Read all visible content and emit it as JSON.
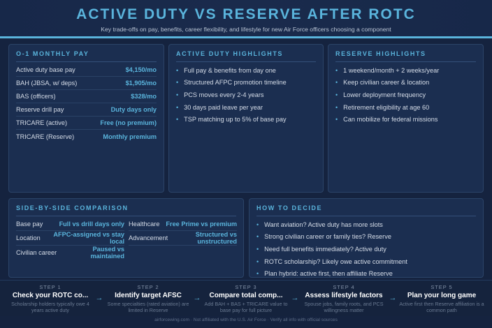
{
  "header": {
    "title": "ACTIVE DUTY VS RESERVE AFTER ROTC",
    "subtitle": "Key trade-offs on pay, benefits, career flexibility, and lifestyle for new Air Force officers choosing a component"
  },
  "pay": {
    "title": "O-1 MONTHLY PAY",
    "rows": [
      {
        "label": "Active duty base pay",
        "value": "$4,150/mo"
      },
      {
        "label": "BAH (JBSA, w/ deps)",
        "value": "$1,905/mo"
      },
      {
        "label": "BAS (officers)",
        "value": "$328/mo"
      },
      {
        "label": "Reserve drill pay",
        "value": "Duty days only"
      },
      {
        "label": "TRICARE (active)",
        "value": "Free (no premium)"
      },
      {
        "label": "TRICARE (Reserve)",
        "value": "Monthly premium"
      }
    ]
  },
  "active": {
    "title": "ACTIVE DUTY HIGHLIGHTS",
    "items": [
      "Full pay & benefits from day one",
      "Structured AFPC promotion timeline",
      "PCS moves every 2-4 years",
      "30 days paid leave per year",
      "TSP matching up to 5% of base pay"
    ]
  },
  "reserve": {
    "title": "RESERVE HIGHLIGHTS",
    "items": [
      "1 weekend/month + 2 weeks/year",
      "Keep civilian career & location",
      "Lower deployment frequency",
      "Retirement eligibility at age 60",
      "Can mobilize for federal missions"
    ]
  },
  "comparison": {
    "title": "SIDE-BY-SIDE COMPARISON",
    "rows": [
      {
        "label": "Base pay",
        "value": "Full vs drill days only"
      },
      {
        "label": "Healthcare",
        "value": "Free Prime vs premium"
      },
      {
        "label": "Location",
        "value": "AFPC-assigned vs stay local"
      },
      {
        "label": "Advancement",
        "value": "Structured vs unstructured"
      },
      {
        "label": "Civilian career",
        "value": "Paused vs maintained"
      }
    ]
  },
  "decide": {
    "title": "HOW TO DECIDE",
    "items": [
      "Want aviation? Active duty has more slots",
      "Strong civilian career or family ties? Reserve",
      "Need full benefits immediately? Active duty",
      "ROTC scholarship? Likely owe active commitment",
      "Plan hybrid: active first, then affiliate Reserve"
    ]
  },
  "steps": [
    {
      "label": "STEP 1",
      "title": "Check your ROTC co...",
      "desc": "Scholarship holders typically owe 4 years active duty"
    },
    {
      "label": "STEP 2",
      "title": "Identify target AFSC",
      "desc": "Some specialties (rated aviation) are limited in Reserve"
    },
    {
      "label": "STEP 3",
      "title": "Compare total comp...",
      "desc": "Add BAH + BAS + TRICARE value to base pay for full picture"
    },
    {
      "label": "STEP 4",
      "title": "Assess lifestyle factors",
      "desc": "Spouse jobs, family roots, and PCS willingness matter"
    },
    {
      "label": "STEP 5",
      "title": "Plan your long game",
      "desc": "Active first then Reserve affiliation is a common path"
    }
  ],
  "arrow": "→",
  "bullet": "•",
  "footer": "airforcewing.com · Not affiliated with the U.S. Air Force · Verify all info with official sources",
  "colors": {
    "background": "#15233f",
    "panel": "#1b2e50",
    "accent": "#5ab4dc"
  }
}
